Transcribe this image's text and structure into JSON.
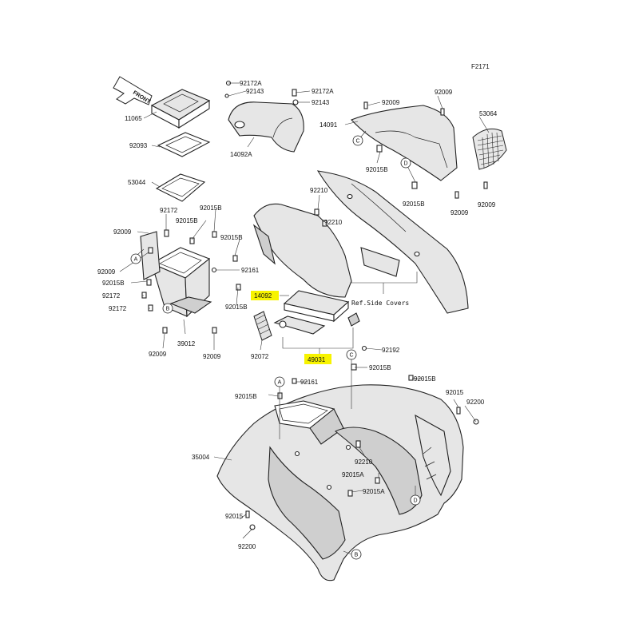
{
  "diagram_code": "F2171",
  "front_label": "FRONT",
  "ref_note": "Ref.Side Covers",
  "highlight_color": "#f7f300",
  "callouts": [
    "A",
    "B",
    "C",
    "D"
  ],
  "labels": {
    "p92172A_1": "92172A",
    "p92143_1": "92143",
    "p92172A_2": "92172A",
    "p92143_2": "92143",
    "p92009_a": "92009",
    "p92009_b": "92009",
    "p53064": "53064",
    "p14091": "14091",
    "p14092A": "14092A",
    "p92015B_a": "92015B",
    "p92015B_b": "92015B",
    "p92009_c": "92009",
    "p92009_d": "92009",
    "p11065": "11065",
    "p92093": "92093",
    "p53044": "53044",
    "p92210_a": "92210",
    "p92210_b": "92210",
    "p92172_a": "92172",
    "p92015B_c": "92015B",
    "p92009_e": "92009",
    "p92015B_d": "92015B",
    "p92015B_e": "92015B",
    "p92009_f": "92009",
    "p92161_a": "92161",
    "p92015B_f": "92015B",
    "p92172_b": "92172",
    "p92172_c": "92172",
    "p92015B_g": "92015B",
    "p14092": "14092",
    "p92009_g": "92009",
    "p39012": "39012",
    "p92009_h": "92009",
    "p92072": "92072",
    "p49031": "49031",
    "p92192": "92192",
    "p92015B_h": "92015B",
    "p92015B_i": "92015B",
    "p92015B_j": "92015B",
    "p92161_b": "92161",
    "p92015": "92015",
    "p92200": "92200",
    "p35004": "35004",
    "p92210_c": "92210",
    "p92015A_a": "92015A",
    "p92015A_b": "92015A",
    "p92015_b": "92015",
    "p92200_b": "92200"
  }
}
